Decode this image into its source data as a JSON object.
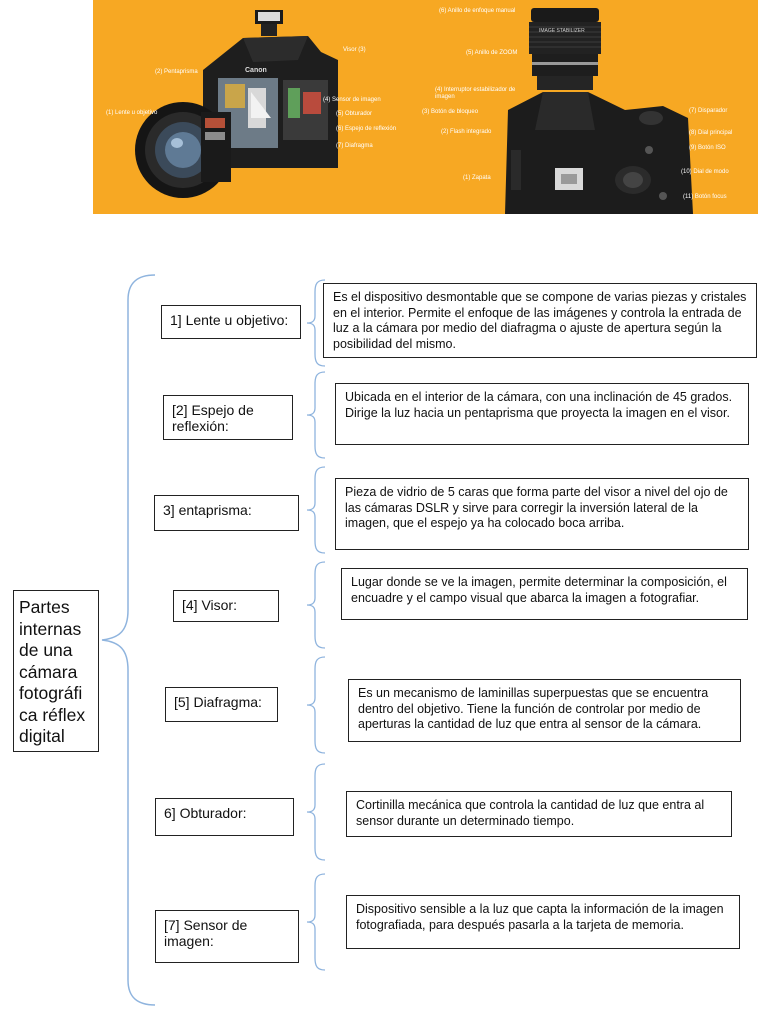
{
  "banner": {
    "background_color": "#f7a823",
    "left_labels": [
      "(2) Pentaprisma",
      "Visor (3)",
      "(1) Lente u objetivo",
      "(4) Sensor de imagen",
      "(5) Obturador",
      "(6) Espejo de reflexión",
      "(7) Diafragma"
    ],
    "camera_logo": "Canon",
    "right_labels": [
      "(6) Anillo de enfoque manual",
      "(5) Anillo de ZOOM",
      "(4) Interruptor estabilizador de imagen",
      "(3) Botón de bloqueo",
      "(2) Flash integrado",
      "(1) Zapata",
      "(7) Disparador",
      "(8) Dial principal",
      "(9) Botón ISO",
      "(10) Dial de modo",
      "(11) Botón focus"
    ],
    "lens_text": "IMAGE STABILIZER"
  },
  "diagram": {
    "root_label": "Partes internas de una cámara fotográfi ca réflex digital",
    "items": [
      {
        "name": "1] Lente u objetivo:",
        "description": "Es el dispositivo desmontable que se compone de varias piezas y cristales en el interior. Permite el enfoque de las imágenes y controla la entrada de luz a la cámara por medio del diafragma o ajuste de apertura según la posibilidad del mismo."
      },
      {
        "name": "[2] Espejo de reflexión:",
        "description": "Ubicada en el interior de la cámara, con una inclinación de 45 grados. Dirige la luz hacia un pentaprisma que proyecta la imagen en el visor."
      },
      {
        "name": "3] entaprisma:",
        "description": "Pieza de vidrio de 5 caras que forma parte del visor a nivel del ojo de las cámaras DSLR y sirve para corregir la inversión lateral de la imagen, que el espejo ya ha colocado boca arriba."
      },
      {
        "name": "[4] Visor:",
        "description": "Lugar donde se ve la imagen, permite determinar la composición, el encuadre y el campo visual que abarca la imagen a fotografiar."
      },
      {
        "name": "[5] Diafragma:",
        "description": "Es un mecanismo de laminillas superpuestas que se encuentra dentro del objetivo. Tiene la función de controlar por medio de aperturas la cantidad de luz que entra al sensor de la cámara."
      },
      {
        "name": "6] Obturador:",
        "description": "Cortinilla mecánica que controla la cantidad de luz que entra al sensor durante un determinado tiempo."
      },
      {
        "name": "[7] Sensor de imagen:",
        "description": "Dispositivo sensible a la luz que capta la información de la imagen fotografiada, para después pasarla a la tarjeta de memoria."
      }
    ],
    "brace_color": "#8fb4de"
  }
}
